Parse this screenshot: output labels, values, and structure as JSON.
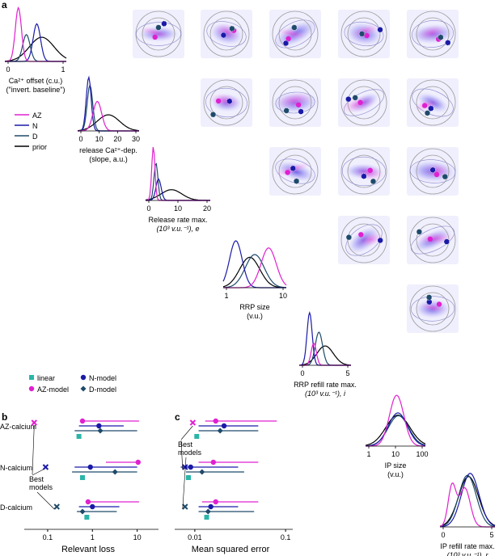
{
  "panels": {
    "a": "a",
    "b": "b",
    "c": "c"
  },
  "colors": {
    "az": "#e020d0",
    "n": "#1a1aa8",
    "d": "#1e4a6a",
    "prior": "#000000",
    "linear": "#2ab5a8",
    "circle": "#9a9a9a",
    "cloud": "#7a6ae8"
  },
  "diag": [
    {
      "label_lines": [
        "Ca²⁺ offset (c.u.)",
        "(\"invert. baseline\")"
      ],
      "ticks": [
        "0",
        "1"
      ]
    },
    {
      "label_lines": [
        "release Ca²⁺-dep.",
        "(slope, a.u.)"
      ],
      "ticks": [
        "0",
        "10",
        "20",
        "30"
      ]
    },
    {
      "label_lines": [
        "Release rate max.",
        "(10³ v.u.⁻¹), e"
      ],
      "ticks": [
        "0",
        "10",
        "20"
      ]
    },
    {
      "label_lines": [
        "RRP size",
        "(v.u.)"
      ],
      "ticks": [
        "1",
        "10"
      ]
    },
    {
      "label_lines": [
        "RRP refill rate max.",
        "(10³ v.u.⁻¹), i"
      ],
      "ticks": [
        "0",
        "5"
      ]
    },
    {
      "label_lines": [
        "IP size",
        "(v.u.)"
      ],
      "ticks": [
        "1",
        "10",
        "100"
      ]
    },
    {
      "label_lines": [
        "IP refill rate max.",
        "(10³ v.u.⁻¹), r"
      ],
      "ticks": [
        "0",
        "5"
      ]
    }
  ],
  "legend_a": [
    "AZ",
    "N",
    "D",
    "prior"
  ],
  "legend_bc": {
    "linear": "linear",
    "az_model": "AZ-model",
    "n_model": "N-model",
    "d_model": "D-model"
  },
  "chart_data": [
    {
      "type": "scatter",
      "panel": "b",
      "xlabel": "Relevant loss",
      "xscale": "log",
      "xlim": [
        0.03,
        30
      ],
      "xticks": [
        "0.1",
        "1",
        "10"
      ],
      "categories": [
        "AZ-calcium",
        "N-calcium",
        "D-calcium"
      ],
      "annotation": [
        "Best",
        "models"
      ],
      "series": [
        {
          "name": "AZ-model",
          "values": [
            0.6,
            10.5,
            0.8
          ],
          "lo": [
            0.6,
            2.0,
            0.8
          ],
          "hi": [
            11,
            11,
            11
          ]
        },
        {
          "name": "N-model",
          "values": [
            1.4,
            0.9,
            1.0
          ],
          "lo": [
            0.5,
            0.4,
            0.5
          ],
          "hi": [
            5,
            10,
            4
          ]
        },
        {
          "name": "D-model",
          "values": [
            1.5,
            3.2,
            0.6
          ],
          "lo": [
            0.4,
            0.35,
            0.45
          ],
          "hi": [
            10,
            10,
            3.5
          ]
        },
        {
          "name": "linear",
          "values": [
            0.5,
            0.6,
            0.75
          ]
        }
      ],
      "best": [
        0.05,
        0.09,
        0.16
      ]
    },
    {
      "type": "scatter",
      "panel": "c",
      "xlabel": "Mean squared error",
      "xscale": "log",
      "xlim": [
        0.006,
        0.12
      ],
      "xticks": [
        "0.01",
        "0.1"
      ],
      "categories": [
        "AZ-calcium",
        "N-calcium",
        "D-calcium"
      ],
      "annotation": [
        "Best",
        "models"
      ],
      "series": [
        {
          "name": "AZ-model",
          "values": [
            0.017,
            0.016,
            0.017
          ],
          "lo": [
            0.013,
            0.011,
            0.012
          ],
          "hi": [
            0.08,
            0.05,
            0.05
          ]
        },
        {
          "name": "N-model",
          "values": [
            0.021,
            0.009,
            0.015
          ],
          "lo": [
            0.011,
            0.007,
            0.011
          ],
          "hi": [
            0.05,
            0.03,
            0.03
          ]
        },
        {
          "name": "D-model",
          "values": [
            0.019,
            0.012,
            0.014
          ],
          "lo": [
            0.011,
            0.008,
            0.011
          ],
          "hi": [
            0.05,
            0.035,
            0.045
          ]
        },
        {
          "name": "linear",
          "values": [
            0.0105,
            0.0085,
            0.0135
          ]
        }
      ],
      "best": [
        0.0095,
        0.0078,
        0.0078
      ]
    }
  ]
}
